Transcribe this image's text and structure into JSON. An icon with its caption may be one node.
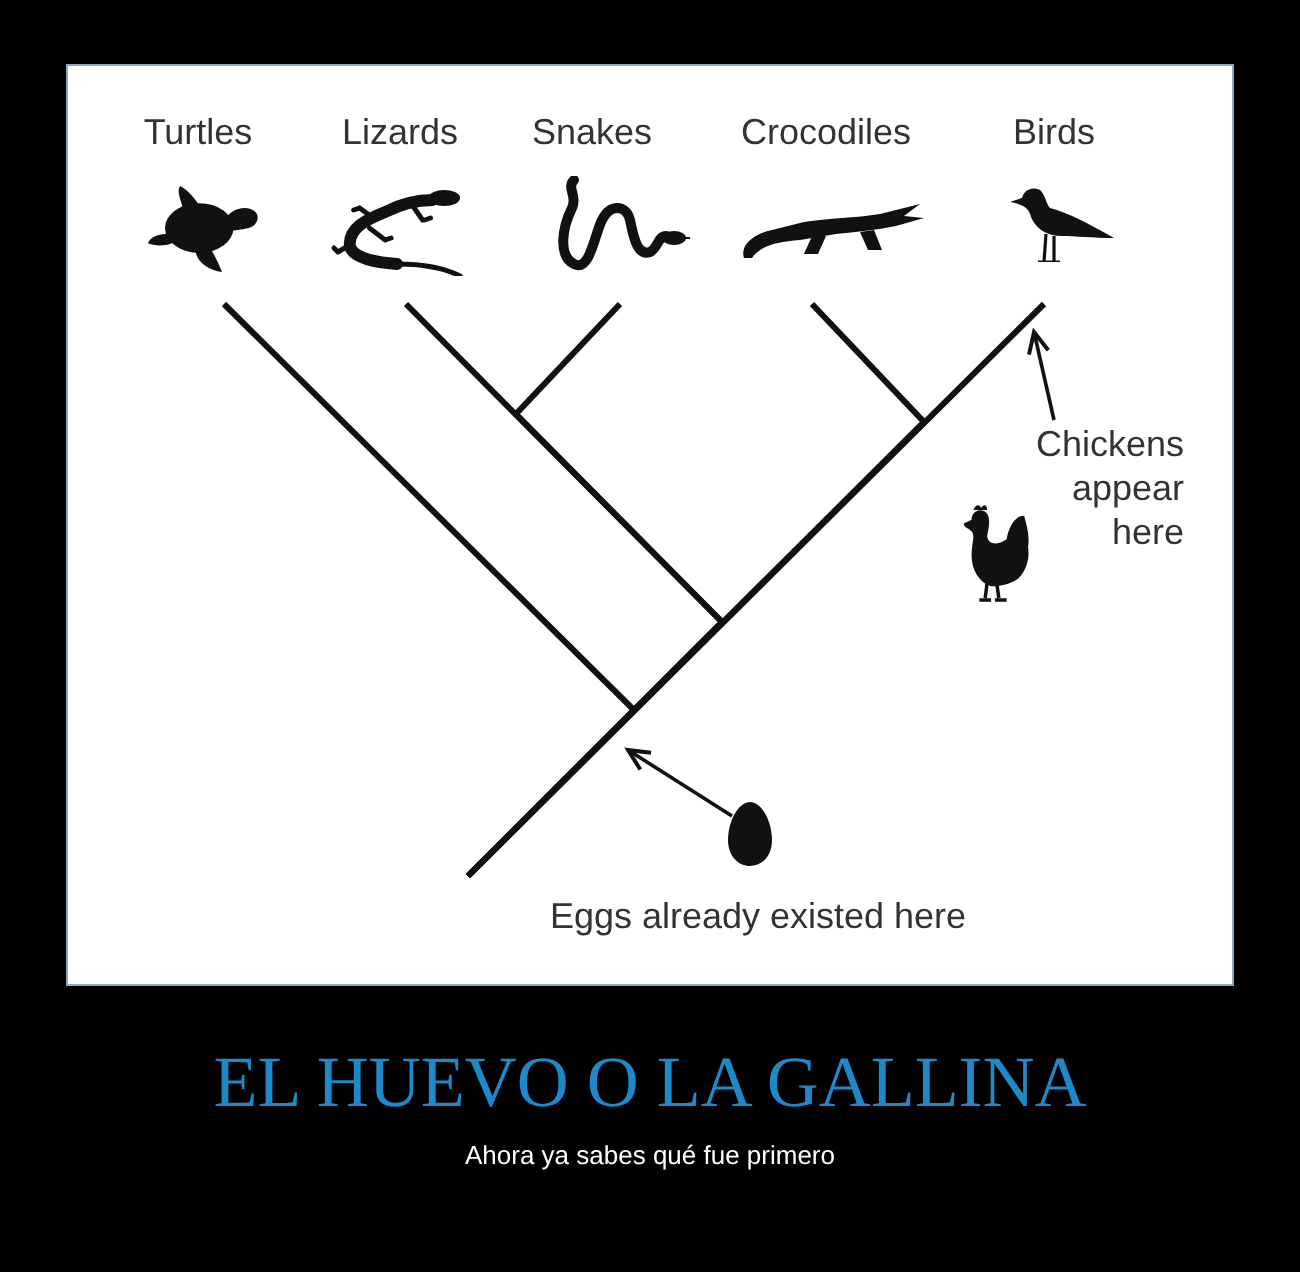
{
  "diagram": {
    "title": "EL HUEVO O LA GALLINA",
    "caption": "Ahora ya sabes qué fue primero",
    "nodes": [
      {
        "text": [
          "Turtles"
        ]
      },
      {
        "text": [
          "Lizards"
        ]
      },
      {
        "text": [
          "Snakes"
        ]
      },
      {
        "text": [
          "Crocodiles"
        ]
      },
      {
        "text": [
          "Birds"
        ]
      },
      {
        "text": [
          "Chickens appear here"
        ]
      },
      {
        "text": [
          "Eggs already existed here"
        ]
      }
    ],
    "edges": [
      {
        "from": null,
        "to": 0,
        "arrow": "none"
      },
      {
        "from": null,
        "to": 1,
        "arrow": "none"
      },
      {
        "from": null,
        "to": 2,
        "arrow": "none"
      },
      {
        "from": null,
        "to": 3,
        "arrow": "none"
      },
      {
        "from": null,
        "to": 4,
        "arrow": "none"
      },
      {
        "from": 5,
        "to": null,
        "arrow": "to"
      },
      {
        "from": 6,
        "to": null,
        "arrow": "to"
      }
    ]
  }
}
